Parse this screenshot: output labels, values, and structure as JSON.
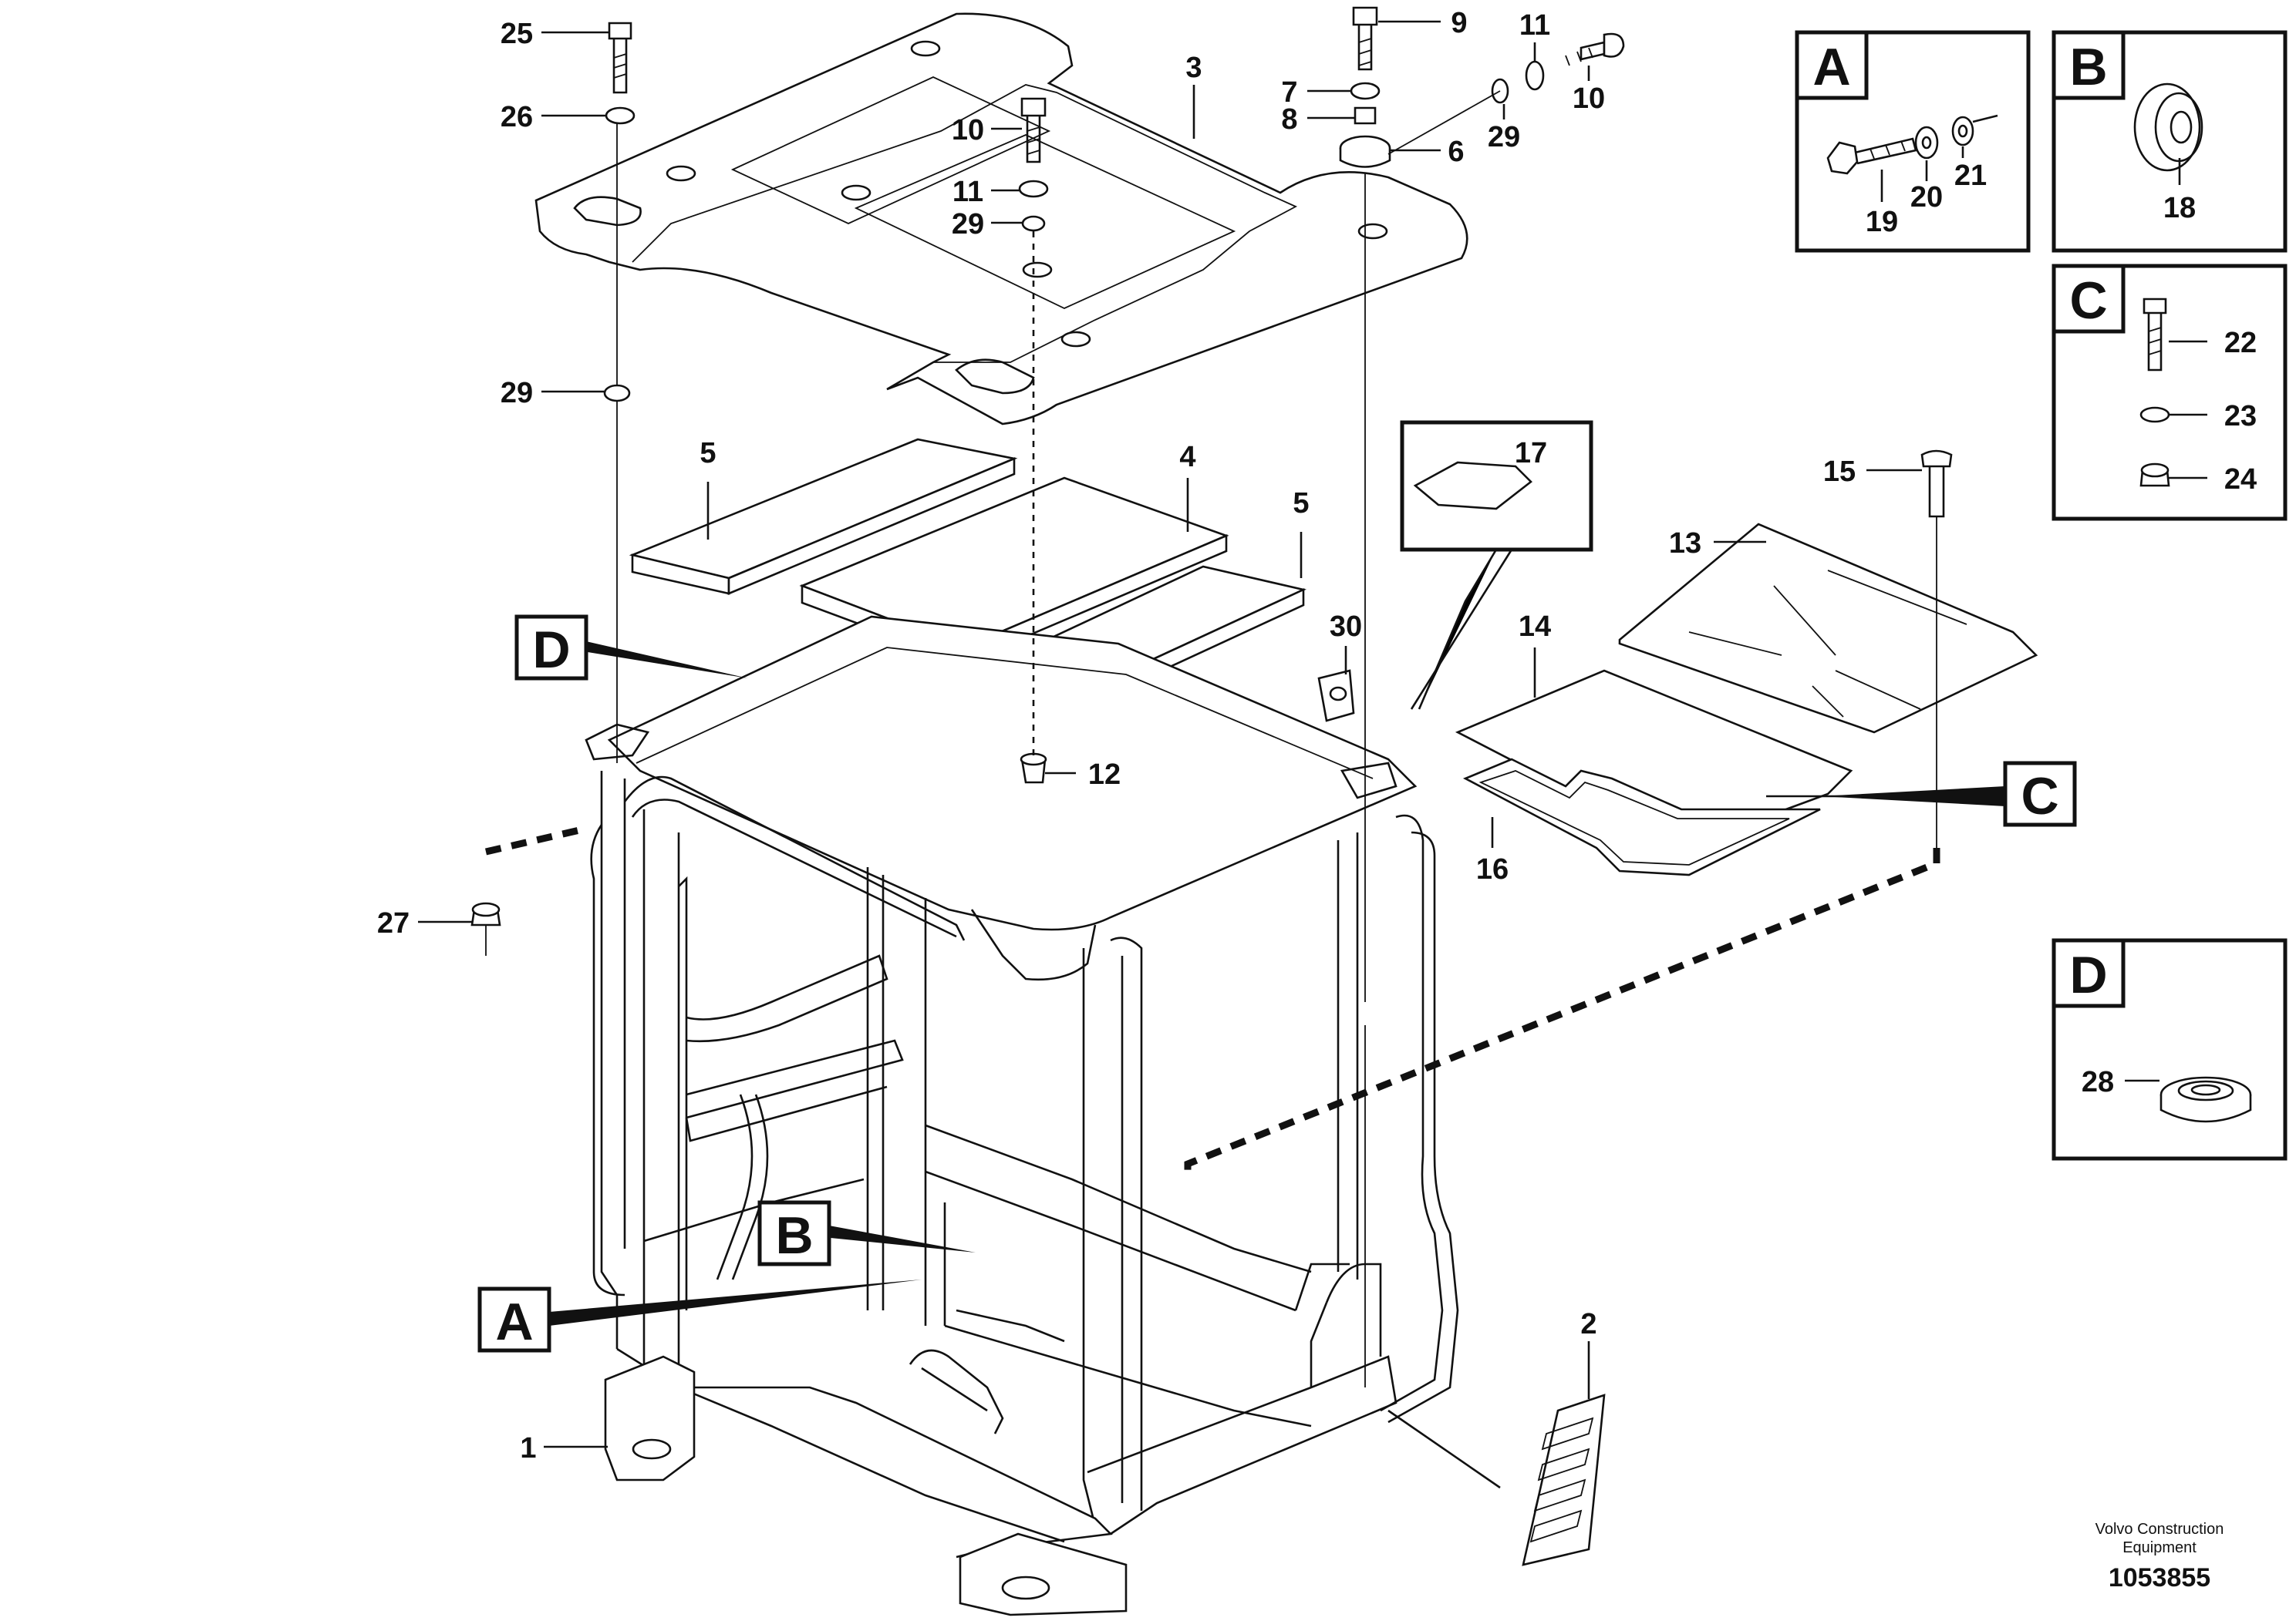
{
  "callouts": [
    {
      "id": "c25",
      "text": "25"
    },
    {
      "id": "c26",
      "text": "26"
    },
    {
      "id": "c29a",
      "text": "29"
    },
    {
      "id": "c10a",
      "text": "10"
    },
    {
      "id": "c11a",
      "text": "11"
    },
    {
      "id": "c29b",
      "text": "29"
    },
    {
      "id": "c3",
      "text": "3"
    },
    {
      "id": "c9",
      "text": "9"
    },
    {
      "id": "c7",
      "text": "7"
    },
    {
      "id": "c8",
      "text": "8"
    },
    {
      "id": "c6",
      "text": "6"
    },
    {
      "id": "c11b",
      "text": "11"
    },
    {
      "id": "c29c",
      "text": "29"
    },
    {
      "id": "c10b",
      "text": "10"
    },
    {
      "id": "c5a",
      "text": "5"
    },
    {
      "id": "c4",
      "text": "4"
    },
    {
      "id": "c5b",
      "text": "5"
    },
    {
      "id": "c30",
      "text": "30"
    },
    {
      "id": "c12",
      "text": "12"
    },
    {
      "id": "c17",
      "text": "17"
    },
    {
      "id": "c27",
      "text": "27"
    },
    {
      "id": "c13",
      "text": "13"
    },
    {
      "id": "c14",
      "text": "14"
    },
    {
      "id": "c15",
      "text": "15"
    },
    {
      "id": "c16",
      "text": "16"
    },
    {
      "id": "c2",
      "text": "2"
    },
    {
      "id": "c1",
      "text": "1"
    },
    {
      "id": "c19",
      "text": "19"
    },
    {
      "id": "c20",
      "text": "20"
    },
    {
      "id": "c21",
      "text": "21"
    },
    {
      "id": "c18",
      "text": "18"
    },
    {
      "id": "c22",
      "text": "22"
    },
    {
      "id": "c23",
      "text": "23"
    },
    {
      "id": "c24",
      "text": "24"
    },
    {
      "id": "c28",
      "text": "28"
    }
  ],
  "reference_labels": {
    "a": "A",
    "b": "B",
    "c": "C",
    "d": "D"
  },
  "detail_boxes": {
    "a": "A",
    "b": "B",
    "c": "C",
    "d": "D"
  },
  "footer": {
    "line1": "Volvo Construction",
    "line2": "Equipment",
    "drawing_number": "1053855"
  }
}
